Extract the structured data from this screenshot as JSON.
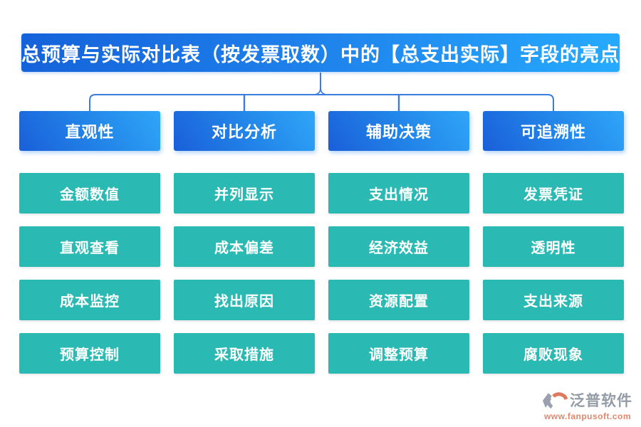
{
  "title": "总预算与实际对比表（按发票取数）中的【总支出实际】字段的亮点",
  "columns": [
    {
      "header": "直观性",
      "items": [
        "金额数值",
        "直观查看",
        "成本监控",
        "预算控制"
      ]
    },
    {
      "header": "对比分析",
      "items": [
        "并列显示",
        "成本偏差",
        "找出原因",
        "采取措施"
      ]
    },
    {
      "header": "辅助决策",
      "items": [
        "支出情况",
        "经济效益",
        "资源配置",
        "调整预算"
      ]
    },
    {
      "header": "可追溯性",
      "items": [
        "发票凭证",
        "透明性",
        "支出来源",
        "腐败现象"
      ]
    }
  ],
  "watermark": {
    "text": "泛普软件"
  },
  "footer": {
    "logo_name": "泛普软件",
    "logo_url": "www.fanpusoft.com"
  },
  "colors": {
    "title_gradient_start": "#1562DA",
    "title_gradient_end": "#26AAFD",
    "header_gradient_start": "#1A5FD9",
    "header_gradient_end": "#2FA6F8",
    "item_teal": "#2ABAB3",
    "connector_blue": "#3B7CE0",
    "logo_gray": "#949CA6",
    "logo_orange": "#DF7A5F",
    "url_salmon": "#E0876C",
    "text_white": "#FFFFFF"
  }
}
